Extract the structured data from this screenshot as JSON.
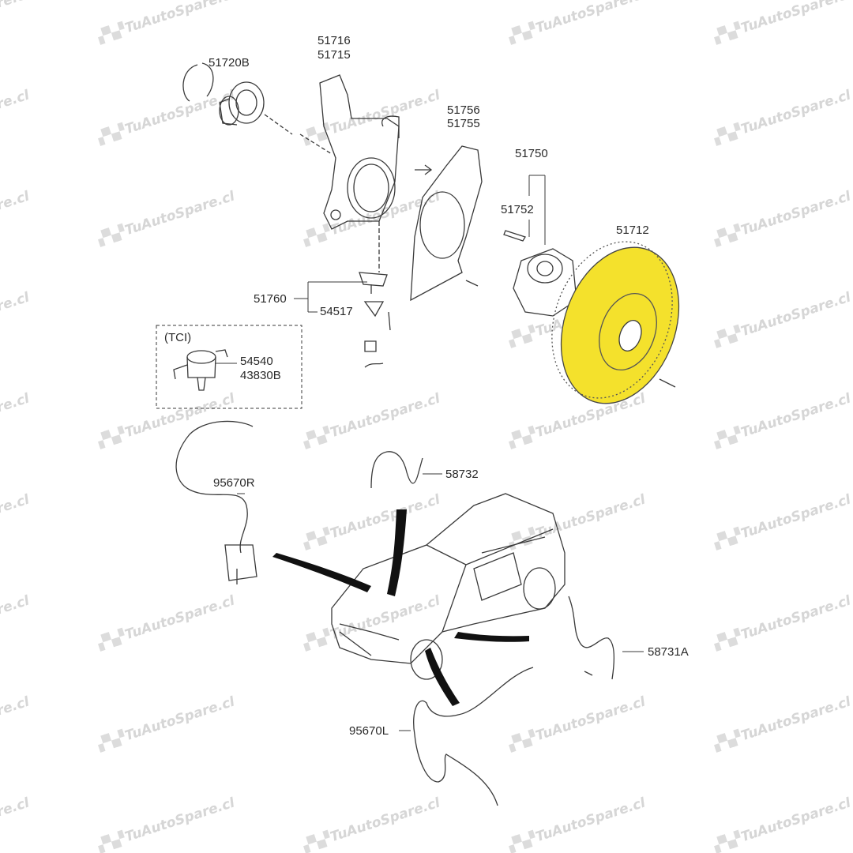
{
  "watermark": {
    "text": "TuAutoSpare.cl",
    "flag": "▞▚▞"
  },
  "labels": {
    "p51720B": "51720B",
    "p51716": "51716",
    "p51715": "51715",
    "p51756": "51756",
    "p51755": "51755",
    "p51750": "51750",
    "p51752": "51752",
    "p51712": "51712",
    "p51760": "51760",
    "p54517": "54517",
    "tci": "(TCI)",
    "p54540": "54540",
    "p43830B": "43830B",
    "p95670R": "95670R",
    "p58732": "58732",
    "p58731A": "58731A",
    "p95670L": "95670L"
  },
  "colors": {
    "disc": "#f4e12c",
    "line": "#3a3a3a",
    "watermark": "#d6d6d6"
  }
}
